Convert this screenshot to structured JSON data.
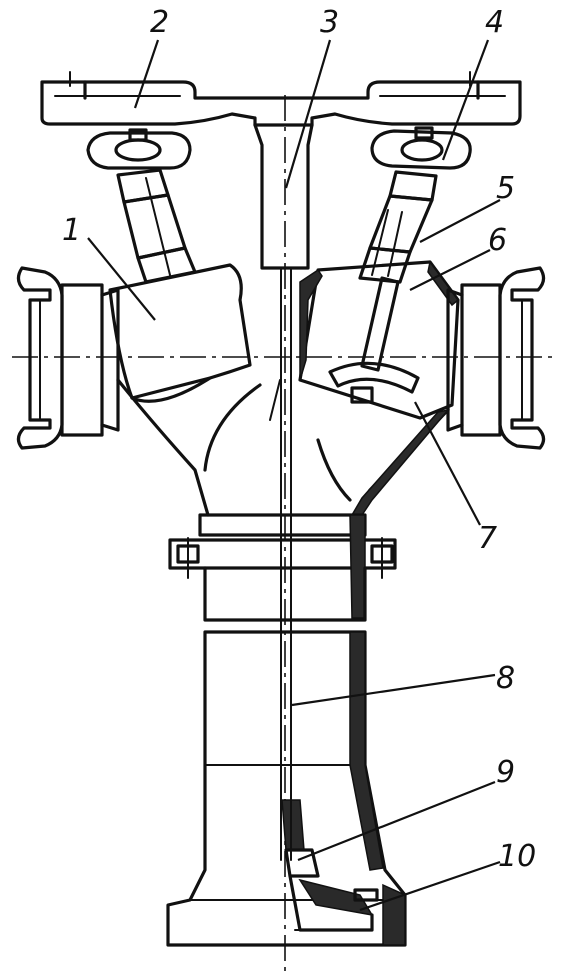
{
  "labels": [
    {
      "id": "1",
      "text": "1"
    },
    {
      "id": "2",
      "text": "2"
    },
    {
      "id": "3",
      "text": "3"
    },
    {
      "id": "4",
      "text": "4"
    },
    {
      "id": "5",
      "text": "5"
    },
    {
      "id": "6",
      "text": "6"
    },
    {
      "id": "7",
      "text": "7"
    },
    {
      "id": "8",
      "text": "8"
    },
    {
      "id": "9",
      "text": "9"
    },
    {
      "id": "10",
      "text": "10"
    }
  ],
  "colors": {
    "line": "#111111",
    "background": "#ffffff"
  }
}
